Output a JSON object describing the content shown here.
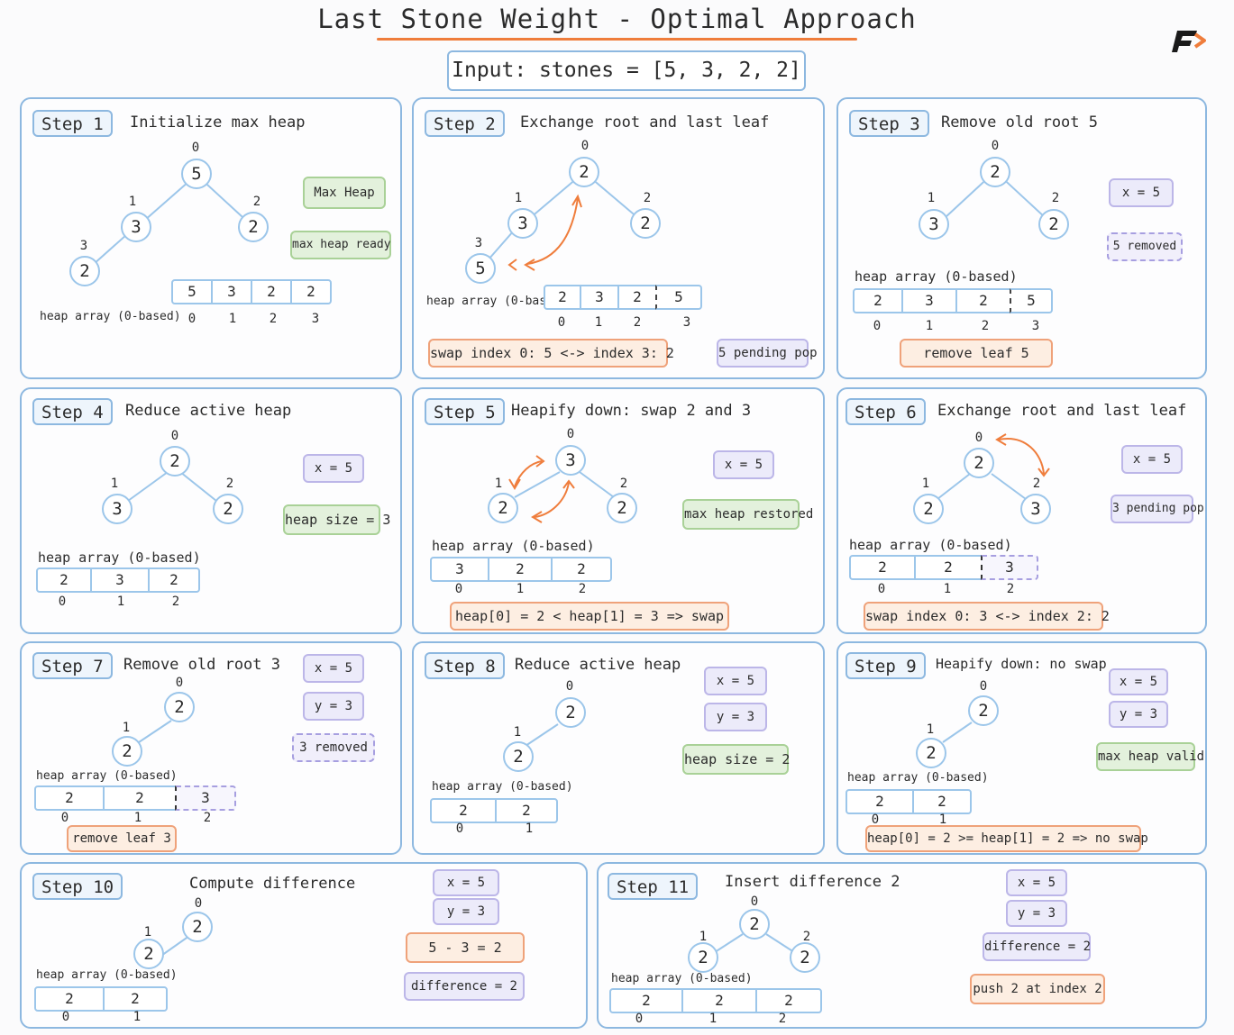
{
  "title": "Last Stone Weight - Optimal Approach",
  "input": "Input:  stones = [5, 3, 2, 2]",
  "heap_array_label": "heap array (0-based)",
  "steps": [
    {
      "label": "Step 1",
      "caption": "Initialize max heap",
      "nodes": [
        "5",
        "3",
        "2",
        "2"
      ],
      "tags": [
        "Max Heap",
        "max heap ready"
      ],
      "array": [
        "5",
        "3",
        "2",
        "2"
      ],
      "indices": [
        "0",
        "1",
        "2",
        "3"
      ]
    },
    {
      "label": "Step 2",
      "caption": "Exchange root and last leaf",
      "nodes": [
        "2",
        "3",
        "2",
        "5"
      ],
      "tags": [
        "swap index 0: 5 <-> index 3: 2",
        "5 pending pop"
      ],
      "array": [
        "2",
        "3",
        "2",
        "5"
      ],
      "indices": [
        "0",
        "1",
        "2",
        "3"
      ]
    },
    {
      "label": "Step 3",
      "caption": "Remove old root 5",
      "nodes": [
        "2",
        "3",
        "2"
      ],
      "tags": [
        "x = 5",
        "5 removed",
        "remove leaf 5"
      ],
      "array": [
        "2",
        "3",
        "2",
        "5"
      ],
      "indices": [
        "0",
        "1",
        "2",
        "3"
      ]
    },
    {
      "label": "Step 4",
      "caption": "Reduce active heap",
      "nodes": [
        "2",
        "3",
        "2"
      ],
      "tags": [
        "x = 5",
        "heap size = 3"
      ],
      "array": [
        "2",
        "3",
        "2"
      ],
      "indices": [
        "0",
        "1",
        "2"
      ]
    },
    {
      "label": "Step 5",
      "caption": "Heapify down: swap 2 and 3",
      "nodes": [
        "3",
        "2",
        "2"
      ],
      "tags": [
        "x = 5",
        "max heap restored",
        "heap[0] = 2 < heap[1] = 3 => swap"
      ],
      "array": [
        "3",
        "2",
        "2"
      ],
      "indices": [
        "0",
        "1",
        "2"
      ]
    },
    {
      "label": "Step 6",
      "caption": "Exchange root and last leaf",
      "nodes": [
        "2",
        "2",
        "3"
      ],
      "tags": [
        "x = 5",
        "3 pending pop",
        "swap index 0: 3 <-> index 2: 2"
      ],
      "array": [
        "2",
        "2",
        "3"
      ],
      "indices": [
        "0",
        "1",
        "2"
      ]
    },
    {
      "label": "Step 7",
      "caption": "Remove old root 3",
      "nodes": [
        "2",
        "2"
      ],
      "tags": [
        "x = 5",
        "y = 3",
        "3 removed",
        "remove leaf 3"
      ],
      "array": [
        "2",
        "2",
        "3"
      ],
      "indices": [
        "0",
        "1",
        "2"
      ]
    },
    {
      "label": "Step 8",
      "caption": "Reduce active heap",
      "nodes": [
        "2",
        "2"
      ],
      "tags": [
        "x = 5",
        "y = 3",
        "heap size = 2"
      ],
      "array": [
        "2",
        "2"
      ],
      "indices": [
        "0",
        "1"
      ]
    },
    {
      "label": "Step 9",
      "caption": "Heapify down: no swap",
      "nodes": [
        "2",
        "2"
      ],
      "tags": [
        "x = 5",
        "y = 3",
        "max heap valid",
        "heap[0] = 2 >= heap[1] = 2 => no swap"
      ],
      "array": [
        "2",
        "2"
      ],
      "indices": [
        "0",
        "1"
      ]
    },
    {
      "label": "Step 10",
      "caption": "Compute difference",
      "nodes": [
        "2",
        "2"
      ],
      "tags": [
        "x = 5",
        "y = 3",
        "5 - 3 = 2",
        "difference = 2"
      ],
      "array": [
        "2",
        "2"
      ],
      "indices": [
        "0",
        "1"
      ]
    },
    {
      "label": "Step 11",
      "caption": "Insert difference 2",
      "nodes": [
        "2",
        "2",
        "2"
      ],
      "tags": [
        "x = 5",
        "y = 3",
        "difference = 2",
        "push 2 at index 2"
      ],
      "array": [
        "2",
        "2",
        "2"
      ],
      "indices": [
        "0",
        "1",
        "2"
      ]
    }
  ],
  "colors": {
    "border": "#8db8e0",
    "node": "#9cc6ea",
    "orange": "#ef7d3c",
    "green": "#a9d197",
    "purple": "#bcb6e8"
  }
}
